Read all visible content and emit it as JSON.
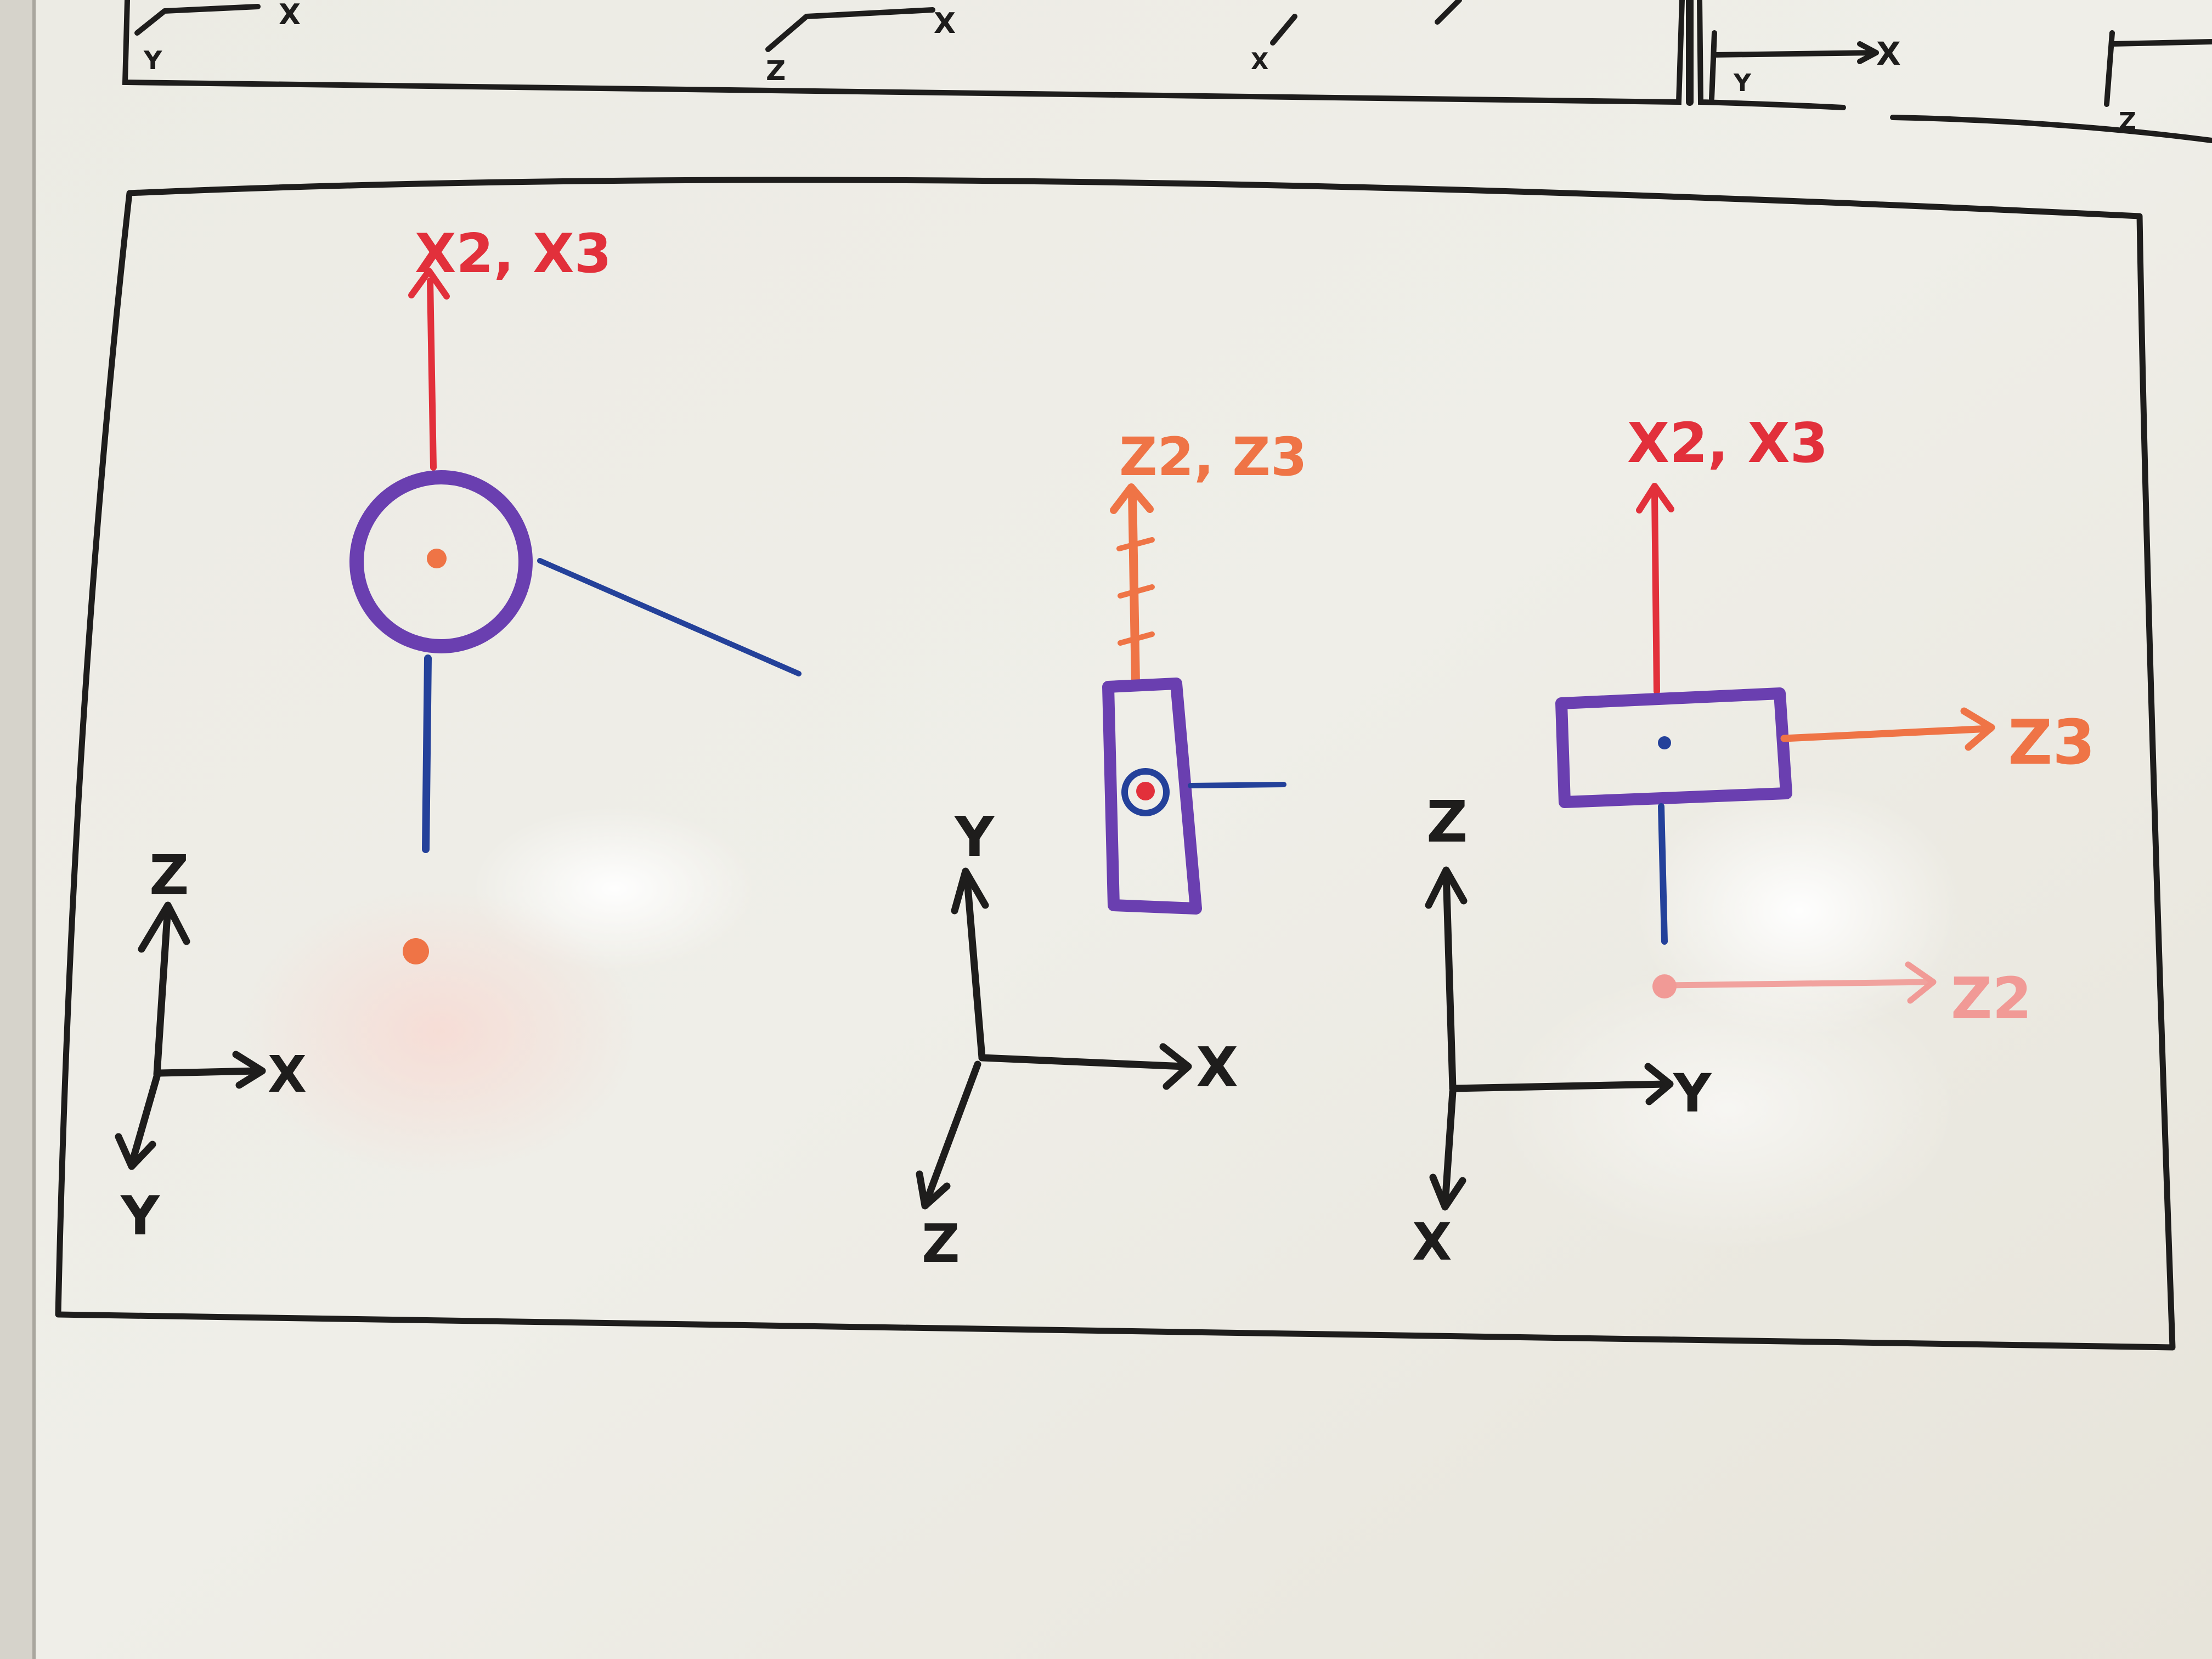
{
  "colors": {
    "board": "#eeece5",
    "frame": "#b9b6ae",
    "ink_black": "#1e1d1c",
    "ink_red": "#e2303b",
    "ink_orange": "#ef7446",
    "ink_purple": "#6a3fb0",
    "ink_blue": "#24419a",
    "ink_faded_red": "#f19a96"
  },
  "top_strip": {
    "labels": {
      "y_left": "Y",
      "x_left": "X",
      "z_mid1": "Z",
      "x_mid1": "X",
      "x_mid2": "X",
      "y_right": "Y",
      "x_right": "X",
      "z_far_right": "Z"
    }
  },
  "panel_left": {
    "top_label": "X2, X3",
    "axes": {
      "up": "Z",
      "right": "X",
      "down": "Y"
    }
  },
  "panel_middle": {
    "top_label": "Z2, Z3",
    "axes": {
      "up": "Y",
      "right": "X",
      "down": "Z"
    }
  },
  "panel_right": {
    "top_label": "X2, X3",
    "right_label": "Z3",
    "faded_label": "Z2",
    "axes": {
      "up": "Z",
      "right": "Y",
      "down": "X"
    }
  }
}
